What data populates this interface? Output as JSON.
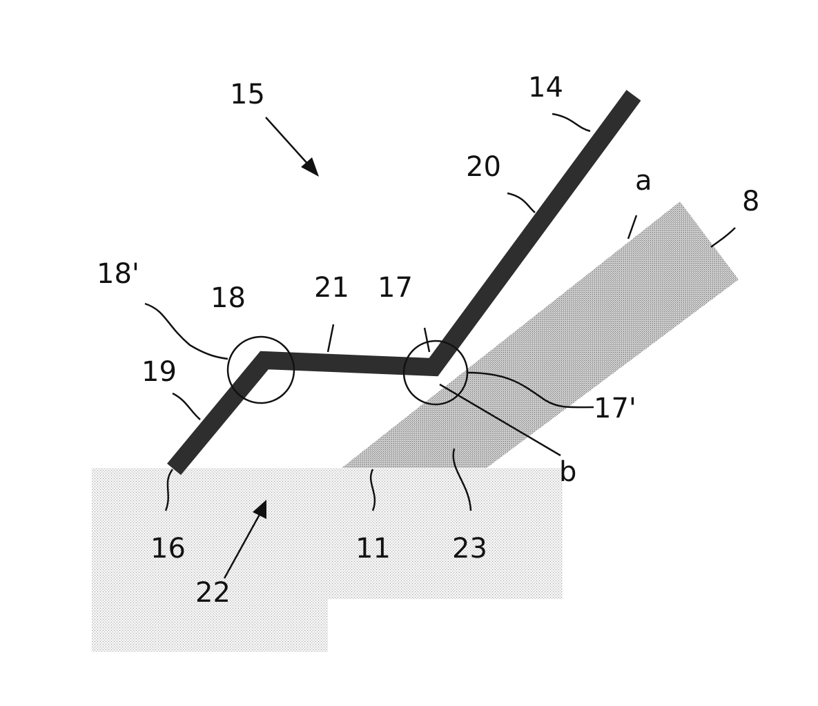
{
  "labels": {
    "l15": "15",
    "l14": "14",
    "l20": "20",
    "la": "a",
    "l8": "8",
    "l18p": "18'",
    "l18": "18",
    "l21": "21",
    "l17": "17",
    "l19": "19",
    "l17p": "17'",
    "lb": "b",
    "l16": "16",
    "l11": "11",
    "l23": "23",
    "l22": "22"
  },
  "colors": {
    "bar": "#2e2e2e",
    "band": "#b8b8b8",
    "ground": "#e2e2e2"
  }
}
